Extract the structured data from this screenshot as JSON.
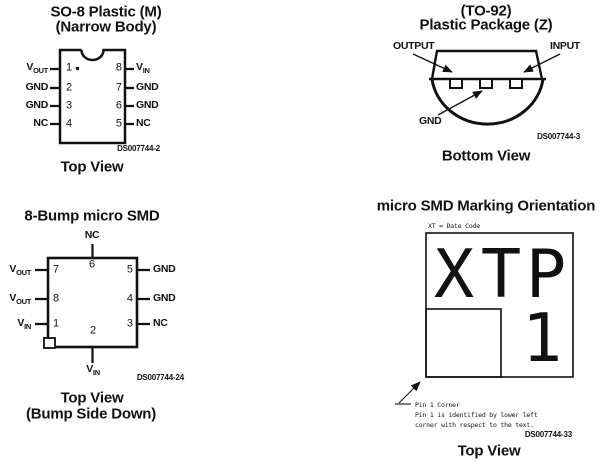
{
  "so8": {
    "title_line1": "SO-8 Plastic (M)",
    "title_line2": "(Narrow Body)",
    "left_pins": [
      {
        "num": "1",
        "base": "V",
        "sub": "OUT"
      },
      {
        "num": "2",
        "base": "GND",
        "sub": ""
      },
      {
        "num": "3",
        "base": "GND",
        "sub": ""
      },
      {
        "num": "4",
        "base": "NC",
        "sub": ""
      }
    ],
    "right_pins": [
      {
        "num": "8",
        "base": "V",
        "sub": "IN"
      },
      {
        "num": "7",
        "base": "GND",
        "sub": ""
      },
      {
        "num": "6",
        "base": "GND",
        "sub": ""
      },
      {
        "num": "5",
        "base": "NC",
        "sub": ""
      }
    ],
    "doc_ref": "DS007744-2",
    "caption": "Top View"
  },
  "to92": {
    "title_line1": "(TO-92)",
    "title_line2": "Plastic Package (Z)",
    "output_label": "OUTPUT",
    "input_label": "INPUT",
    "gnd_label": "GND",
    "doc_ref": "DS007744-3",
    "caption": "Bottom View"
  },
  "microsmd": {
    "title": "8-Bump micro SMD",
    "top_pin": {
      "num": "6",
      "base": "NC",
      "sub": ""
    },
    "bottom_pin": {
      "num": "2",
      "base": "V",
      "sub": "IN"
    },
    "left_pins": [
      {
        "num": "7",
        "base": "V",
        "sub": "OUT"
      },
      {
        "num": "8",
        "base": "V",
        "sub": "OUT"
      },
      {
        "num": "1",
        "base": "V",
        "sub": "IN"
      }
    ],
    "right_pins": [
      {
        "num": "5",
        "base": "GND",
        "sub": ""
      },
      {
        "num": "4",
        "base": "GND",
        "sub": ""
      },
      {
        "num": "3",
        "base": "NC",
        "sub": ""
      }
    ],
    "doc_ref": "DS007744-24",
    "caption_line1": "Top View",
    "caption_line2": "(Bump Side Down)"
  },
  "marking": {
    "title": "micro SMD Marking Orientation",
    "date_code_note": "XT = Date Code",
    "mark_letters": [
      "X",
      "T",
      "P"
    ],
    "mark_digit": "1",
    "note_line1": "Pin 1 Corner",
    "note_line2": "Pin 1 is identified by lower left",
    "note_line3": "corner with respect to the text.",
    "doc_ref": "DS007744-33",
    "caption": "Top View"
  },
  "colors": {
    "ink": "#111111",
    "background": "#ffffff"
  }
}
